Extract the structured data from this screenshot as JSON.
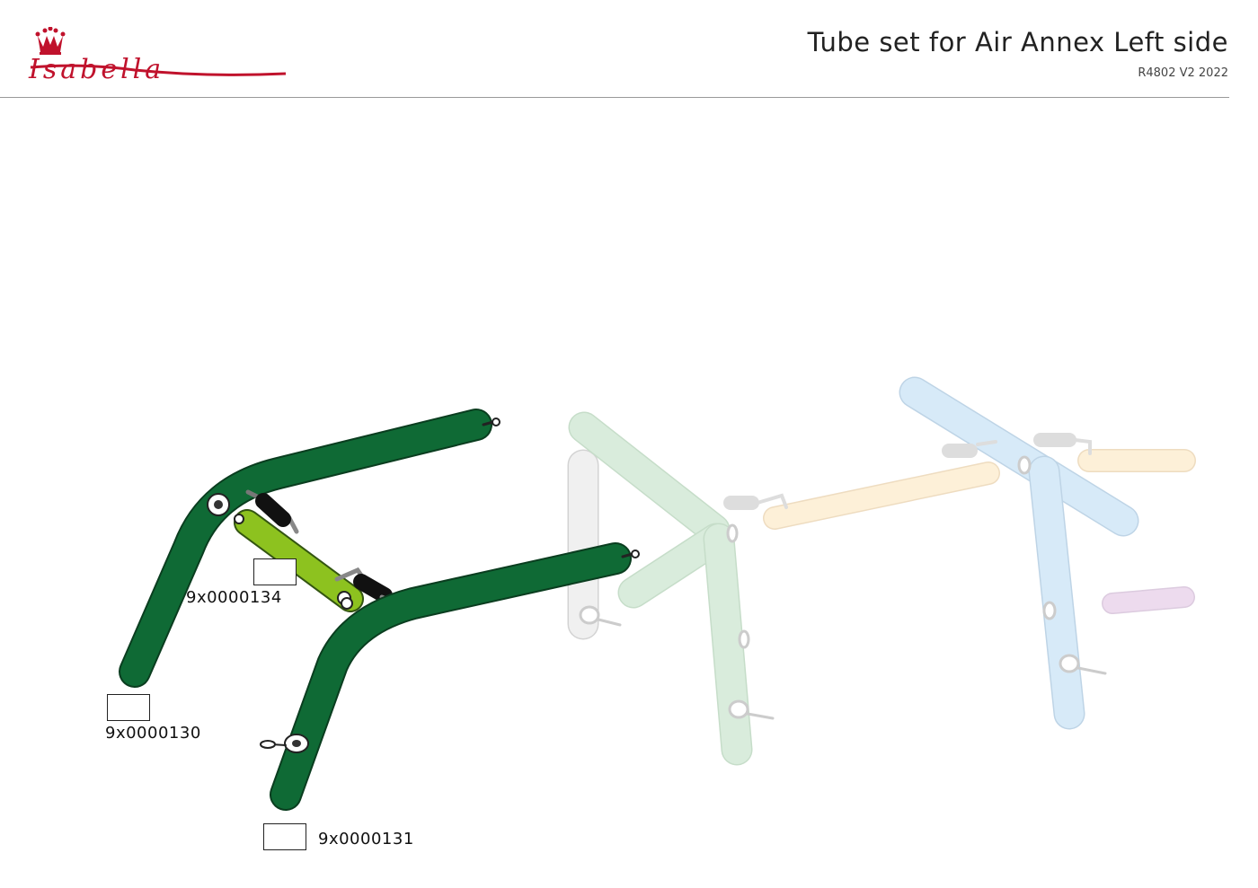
{
  "header": {
    "brand": "Isabella",
    "title": "Tube set for Air Annex Left side",
    "subtitle": "R4802 V2 2022"
  },
  "parts": [
    {
      "id": "9x0000134"
    },
    {
      "id": "9x0000130"
    },
    {
      "id": "9x0000131"
    }
  ],
  "colors": {
    "brand_red": "#c0122c",
    "tube_dark_green": "#0f6a35",
    "tube_lime_green": "#8dc21f",
    "faded_green": "#d8ecdc",
    "faded_blue": "#d6eaf8",
    "faded_orange": "#fdefd6",
    "faded_grey": "#eeeeee",
    "faded_purple": "#ecdaee"
  }
}
